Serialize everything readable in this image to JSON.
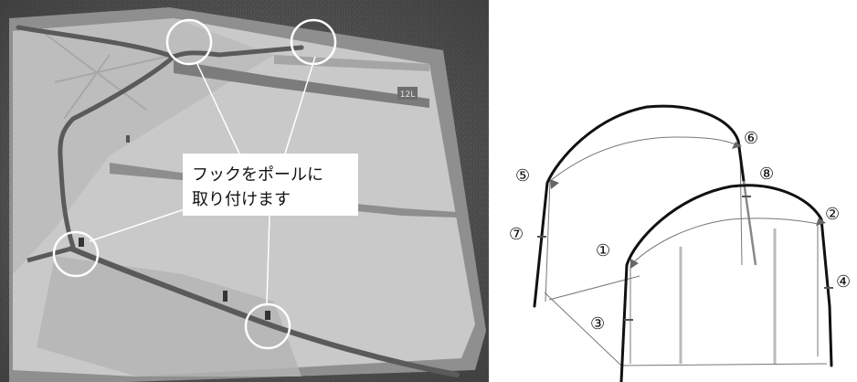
{
  "photo": {
    "callout_lines": [
      "フックをポールに",
      "取り付けます"
    ],
    "tag_text": "12L"
  },
  "diagram": {
    "labels": [
      "①",
      "②",
      "③",
      "④",
      "⑤",
      "⑥",
      "⑦",
      "⑧"
    ]
  }
}
